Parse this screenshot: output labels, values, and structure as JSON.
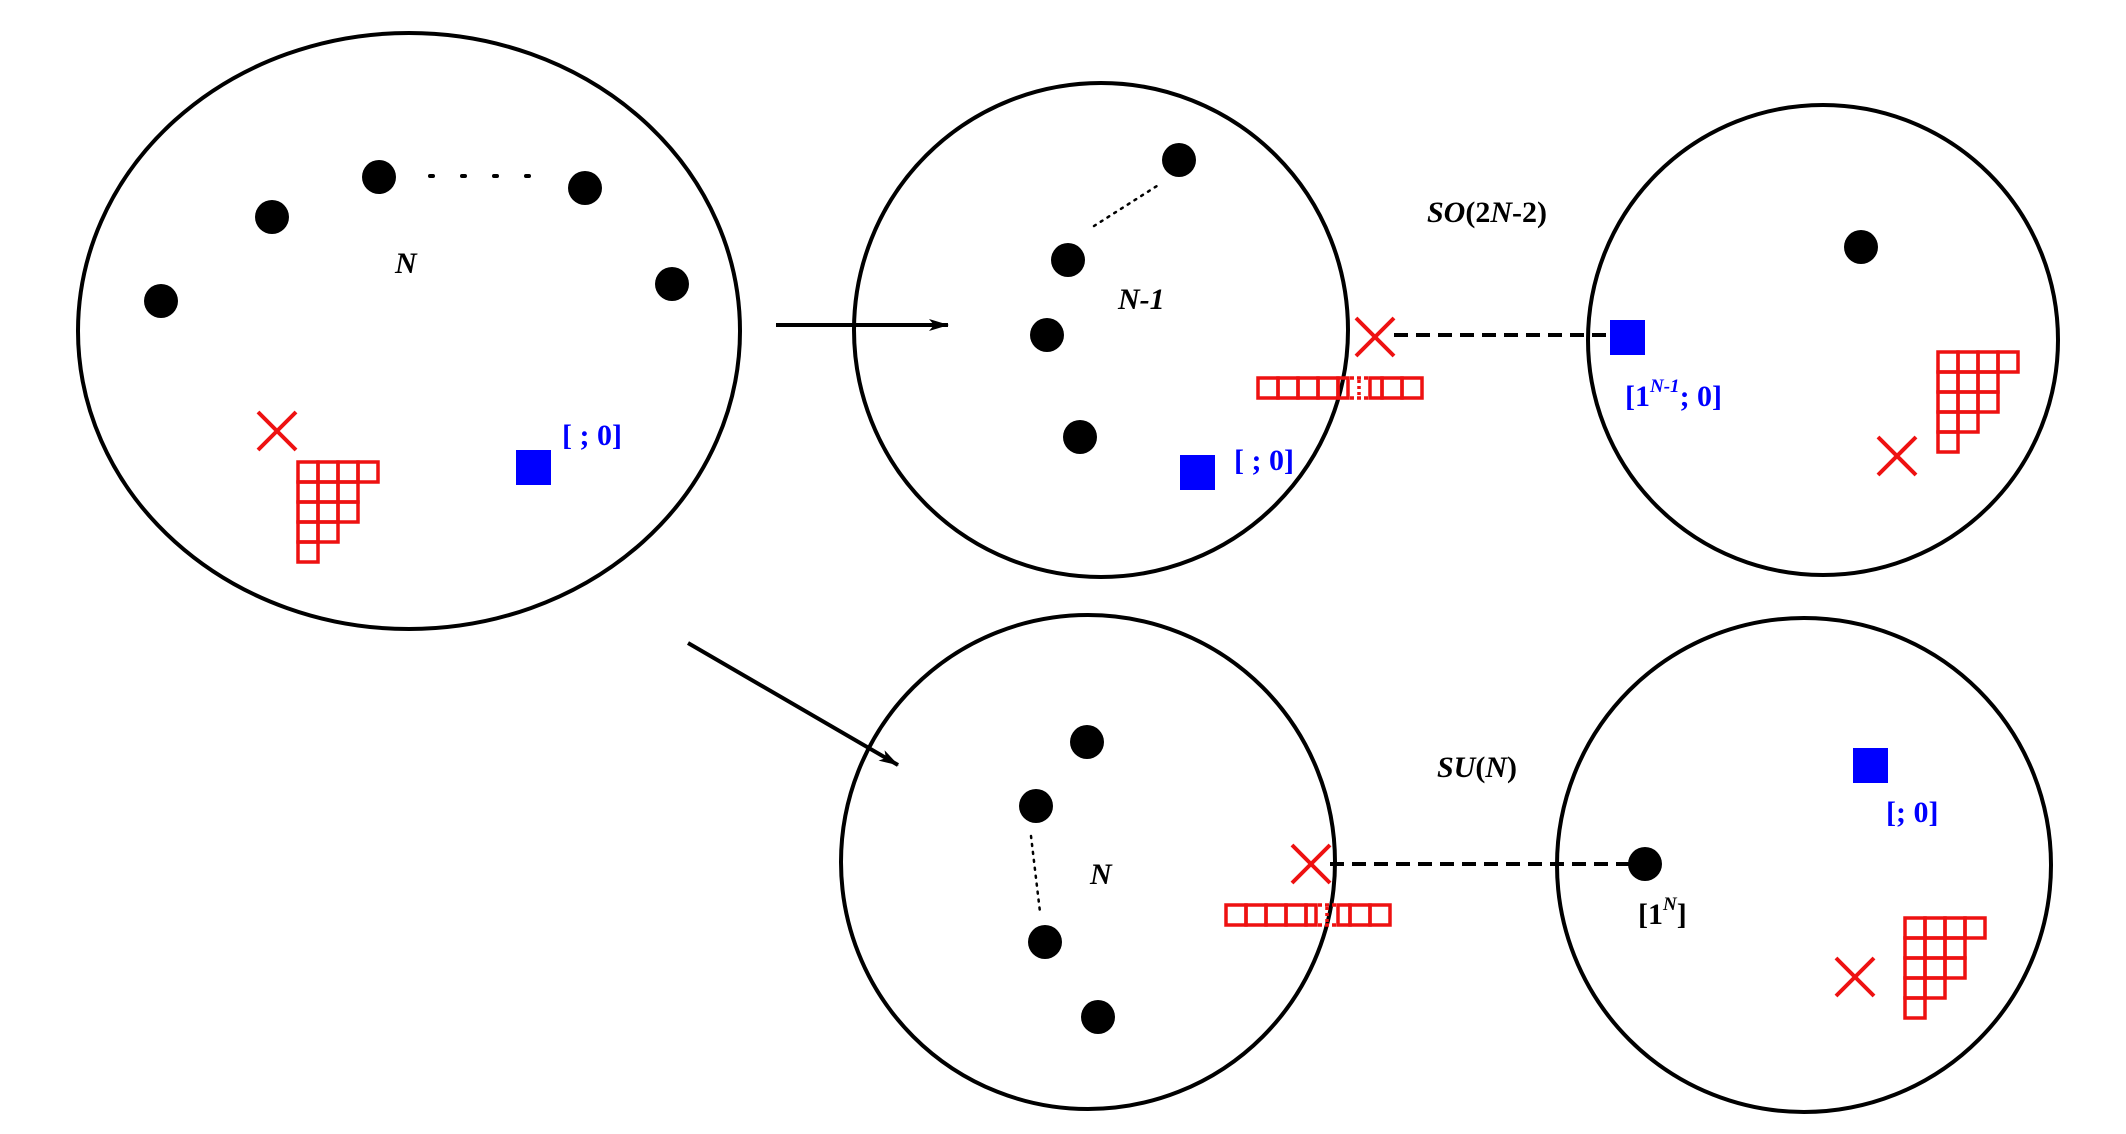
{
  "colors": {
    "stroke": "#000000",
    "accent_red": "#ee1111",
    "accent_blue": "#0000ff"
  },
  "labels": {
    "big_count": "N",
    "big_square": "[ ; 0]",
    "top_left_count": "N-1",
    "top_left_square": "[ ; 0]",
    "top_group_prefix": "SO",
    "top_group_arg": "(2",
    "top_group_var": "N",
    "top_group_suffix": "-2)",
    "top_right_open": "[1",
    "top_right_sup": "N-1",
    "top_right_close": "; 0]",
    "bottom_left_count": "N",
    "bottom_group_prefix": "SU",
    "bottom_group_open": "(",
    "bottom_group_var": "N",
    "bottom_group_close": ")",
    "bottom_right_open": "[1",
    "bottom_right_sup": "N",
    "bottom_right_close": "]",
    "bottom_right_square": "[; 0]"
  },
  "icons": {
    "puncture": "filled-circle",
    "marker": "red-cross",
    "square": "blue-square",
    "young_diagram": "young-tableau"
  }
}
